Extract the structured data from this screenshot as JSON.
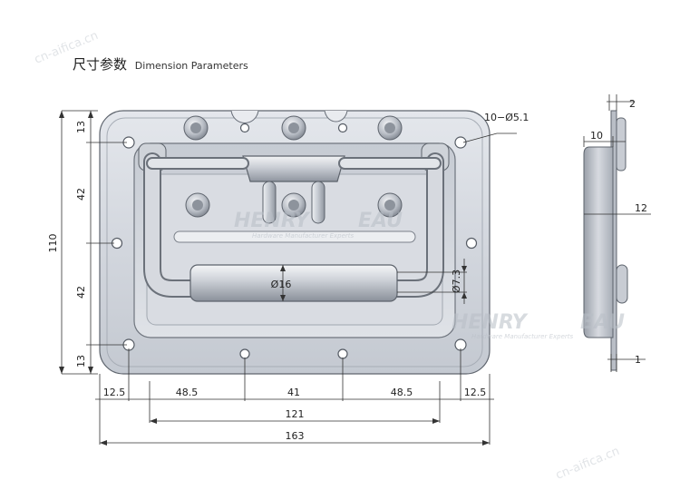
{
  "title": {
    "zh": "尺寸参数",
    "en": "Dimension Parameters"
  },
  "front_view": {
    "hole_callout": "10−Ø5.1",
    "handle_diameter": "Ø16",
    "small_diameter": "Ø7.3",
    "vertical_dims": {
      "total": "110",
      "top_edge": "13",
      "upper": "42",
      "lower": "42",
      "bottom_edge": "13"
    },
    "horizontal_chain": {
      "left_edge": "12.5",
      "span_left": "48.5",
      "center": "41",
      "span_right": "48.5",
      "right_edge": "12.5"
    },
    "inner_width": "121",
    "overall_width": "163"
  },
  "side_view": {
    "top_thickness": "2",
    "flange": "10",
    "depth": "12",
    "sheet": "1"
  },
  "watermark": {
    "brand": "HENRY",
    "brand2": "EAU",
    "subtitle": "Hardware Manufacturer Experts",
    "url": "cn-aifica.cn"
  }
}
